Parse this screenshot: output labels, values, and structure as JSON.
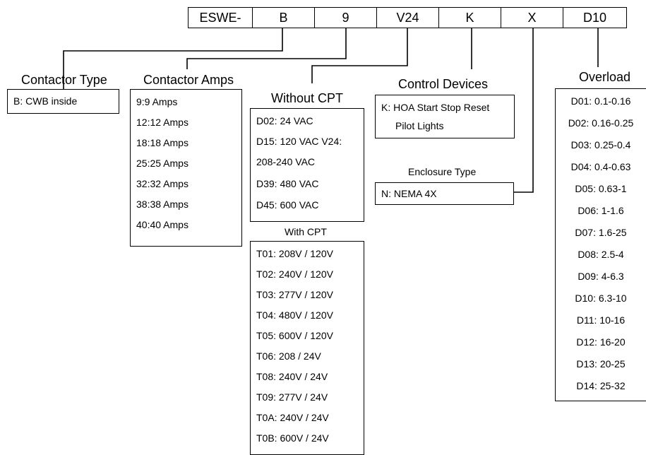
{
  "code_segments": [
    "ESWE-",
    "B",
    "9",
    "V24",
    "K",
    "X",
    "D10"
  ],
  "contactor_type": {
    "title": "Contactor Type",
    "options": [
      "B: CWB inside"
    ]
  },
  "contactor_amps": {
    "title": "Contactor Amps",
    "options": [
      "9:9 Amps",
      "12:12 Amps",
      "18:18 Amps",
      "25:25 Amps",
      "32:32 Amps",
      "38:38 Amps",
      "40:40 Amps"
    ]
  },
  "voltage": {
    "without_cpt_title": "Without CPT",
    "without_cpt_options": [
      "D02: 24 VAC",
      "D15: 120 VAC V24:",
      "208-240 VAC",
      "D39: 480 VAC",
      "D45: 600 VAC"
    ],
    "with_cpt_title": "With CPT",
    "with_cpt_options": [
      "T01: 208V / 120V",
      "T02: 240V / 120V",
      "T03: 277V / 120V",
      "T04: 480V / 120V",
      "T05: 600V / 120V",
      "T06: 208 / 24V",
      "T08: 240V / 24V",
      "T09: 277V / 24V",
      "T0A: 240V / 24V",
      "T0B: 600V / 24V"
    ]
  },
  "control_devices": {
    "title": "Control Devices",
    "options": [
      "K:  HOA Start Stop Reset",
      "Pilot Lights"
    ]
  },
  "enclosure_type": {
    "title": "Enclosure Type",
    "options": [
      "N: NEMA 4X"
    ]
  },
  "overload": {
    "title": "Overload",
    "options": [
      "D01: 0.1-0.16",
      "D02: 0.16-0.25",
      "D03: 0.25-0.4",
      "D04: 0.4-0.63",
      "D05: 0.63-1",
      "D06: 1-1.6",
      "D07: 1.6-25",
      "D08: 2.5-4",
      "D09: 4-6.3",
      "D10: 6.3-10",
      "D11: 10-16",
      "D12: 16-20",
      "D13: 20-25",
      "D14: 25-32"
    ]
  }
}
